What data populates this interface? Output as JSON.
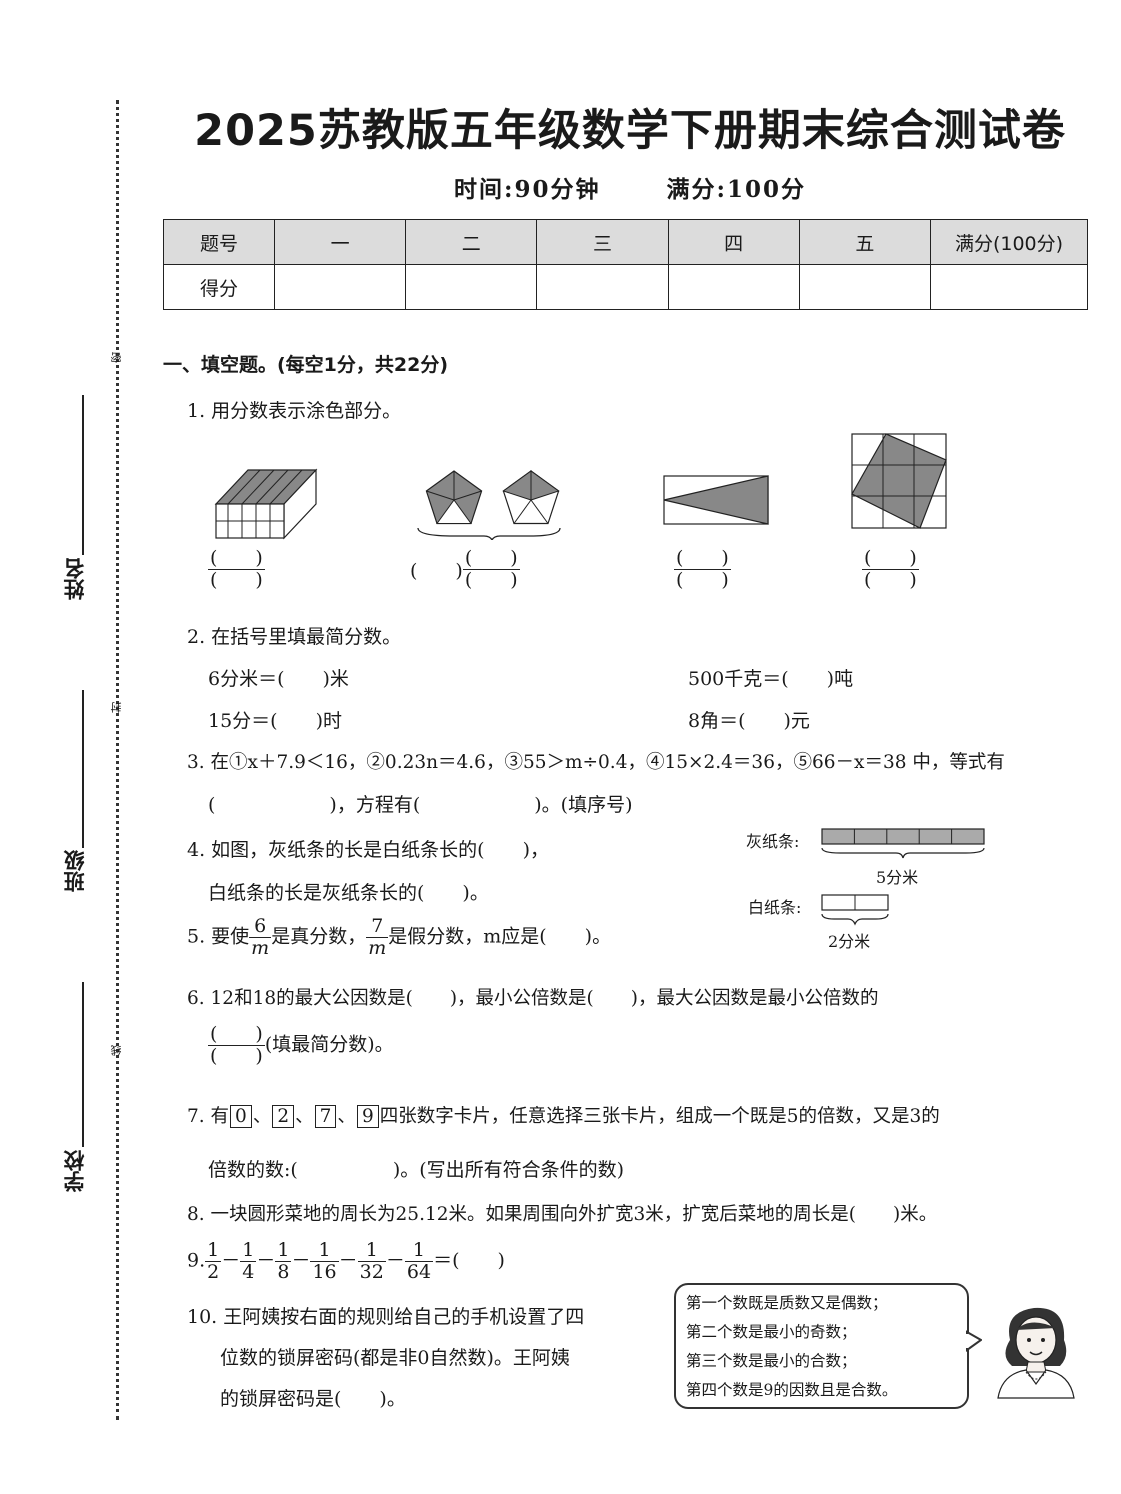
{
  "title": "2025苏教版五年级数学下册期末综合测试卷",
  "time": "时间:90分钟",
  "full_score": "满分:100分",
  "score_table": {
    "header": [
      "题号",
      "一",
      "二",
      "三",
      "四",
      "五",
      "满分(100分)"
    ],
    "row_label": "得分"
  },
  "binding": {
    "name": "姓名",
    "class": "班级",
    "school": "学校",
    "marks": [
      "密",
      "封",
      "线"
    ]
  },
  "section1": {
    "heading": "一、填空题。(每空1分，共22分)",
    "q1": "1. 用分数表示涂色部分。",
    "paren": "(　　)",
    "paren_small": "(　　)",
    "q2": "2. 在括号里填最简分数。",
    "q2a": "6分米＝(　　)米",
    "q2b": "500千克＝(　　)吨",
    "q2c": "15分＝(　　)时",
    "q2d": "8角＝(　　)元",
    "q3_line1": "3. 在①x＋7.9＜16，②0.23n＝4.6，③55＞m÷0.4，④15×2.4＝36，⑤66－x＝38 中，等式有",
    "q3_line2": "(　　　　　　)，方程有(　　　　　　)。(填序号)",
    "q4_line1": "4. 如图，灰纸条的长是白纸条长的(　　)，",
    "q4_line2": "白纸条的长是灰纸条长的(　　)。",
    "q4_gray_label": "灰纸条:",
    "q4_gray_len": "5分米",
    "q4_white_label": "白纸条:",
    "q4_white_len": "2分米",
    "q5_pre": "5. 要使",
    "q5_frac1_n": "6",
    "q5_frac1_d": "m",
    "q5_mid": "是真分数，",
    "q5_frac2_n": "7",
    "q5_frac2_d": "m",
    "q5_post": "是假分数，m应是(　　)。",
    "q6_line1": "6. 12和18的最大公因数是(　　)，最小公倍数是(　　)，最大公因数是最小公倍数的",
    "q6_line2": "(填最简分数)。",
    "q7_pre": "7. 有",
    "q7_cards": [
      "0",
      "2",
      "7",
      "9"
    ],
    "q7_post": "四张数字卡片，任意选择三张卡片，组成一个既是5的倍数，又是3的",
    "q7_line2": "倍数的数:(　　　　　)。(写出所有符合条件的数)",
    "q8": "8. 一块圆形菜地的周长为25.12米。如果周围向外扩宽3米，扩宽后菜地的周长是(　　)米。",
    "q9_pre": "9.",
    "q9_fracs": [
      {
        "n": "1",
        "d": "2"
      },
      {
        "n": "1",
        "d": "4"
      },
      {
        "n": "1",
        "d": "8"
      },
      {
        "n": "1",
        "d": "16"
      },
      {
        "n": "1",
        "d": "32"
      },
      {
        "n": "1",
        "d": "64"
      }
    ],
    "q9_minus": "－",
    "q9_post": "＝(　　)",
    "q10_line1": "10. 王阿姨按右面的规则给自己的手机设置了四",
    "q10_line2": "位数的锁屏密码(都是非0自然数)。王阿姨",
    "q10_line3": "的锁屏密码是(　　)。",
    "q10_rules": [
      "第一个数既是质数又是偶数；",
      "第二个数是最小的奇数；",
      "第三个数是最小的合数；",
      "第四个数是9的因数且是合数。"
    ]
  }
}
